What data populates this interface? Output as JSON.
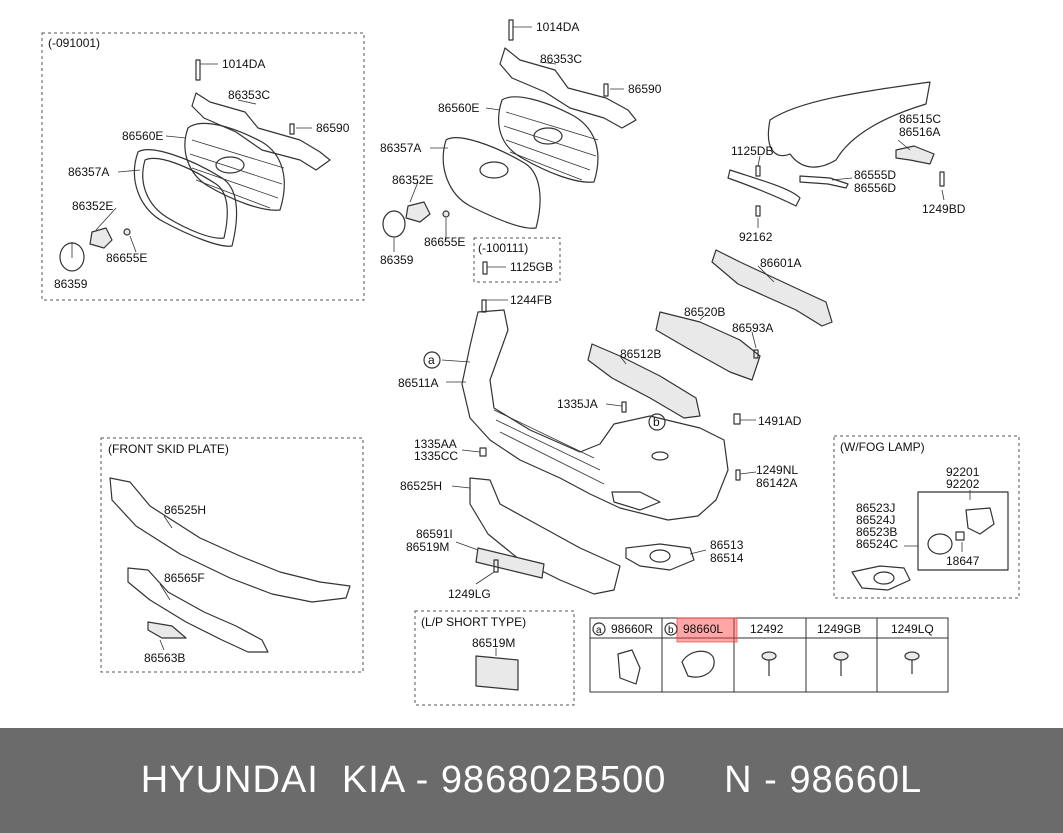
{
  "diagram": {
    "boxes": {
      "early_grille": "(-091001)",
      "skid_plate": "(FRONT SKID PLATE)",
      "fog_lamp": "(W/FOG LAMP)",
      "lp_short": "(L/P SHORT TYPE)",
      "late_clip": "(-100111)"
    },
    "labels": {
      "l1014da_a": "1014DA",
      "l86353c_a": "86353C",
      "l86590_a": "86590",
      "l86560e_a": "86560E",
      "l86357a_a": "86357A",
      "l86352e_a": "86352E",
      "l86655e_a": "86655E",
      "l86359_a": "86359",
      "l1014da_b": "1014DA",
      "l86353c_b": "86353C",
      "l86590_b": "86590",
      "l86560e_b": "86560E",
      "l86357a_b": "86357A",
      "l86352e_b": "86352E",
      "l86655e_b": "86655E",
      "l86359_b": "86359",
      "l1125gb": "1125GB",
      "l1125db": "1125DB",
      "l86515c": "86515C",
      "l86516a": "86516A",
      "l86555d": "86555D",
      "l86556d": "86556D",
      "l1249bd": "1249BD",
      "l92162": "92162",
      "l86601a": "86601A",
      "l86520b": "86520B",
      "l86593a": "86593A",
      "l86512b": "86512B",
      "l1244fb": "1244FB",
      "l86511a": "86511A",
      "l1335ja": "1335JA",
      "l1491ad": "1491AD",
      "l1335aa": "1335AA",
      "l1335cc": "1335CC",
      "l1249nl": "1249NL",
      "l86142a": "86142A",
      "l86525h_main": "86525H",
      "l86591i": "86591I",
      "l86519m_main": "86519M",
      "l86513": "86513",
      "l86514": "86514",
      "l1249lg": "1249LG",
      "l86525h_skid": "86525H",
      "l86565f": "86565F",
      "l86563b": "86563B",
      "l86519m_lp": "86519M",
      "l92201": "92201",
      "l92202": "92202",
      "l86523j": "86523J",
      "l86524j": "86524J",
      "l86523b": "86523B",
      "l86524c": "86524C",
      "l18647": "18647",
      "callout_a": "a",
      "callout_b": "b"
    },
    "legend": [
      {
        "marker": "a",
        "code": "98660R"
      },
      {
        "marker": "b",
        "code": "98660L"
      },
      {
        "marker": "",
        "code": "12492"
      },
      {
        "marker": "",
        "code": "1249GB"
      },
      {
        "marker": "",
        "code": "1249LQ"
      }
    ],
    "highlight_color": "#ff3b3b"
  },
  "footer": {
    "text": "HYUNDAI  KIA - 986802B500     N - 98660L"
  }
}
